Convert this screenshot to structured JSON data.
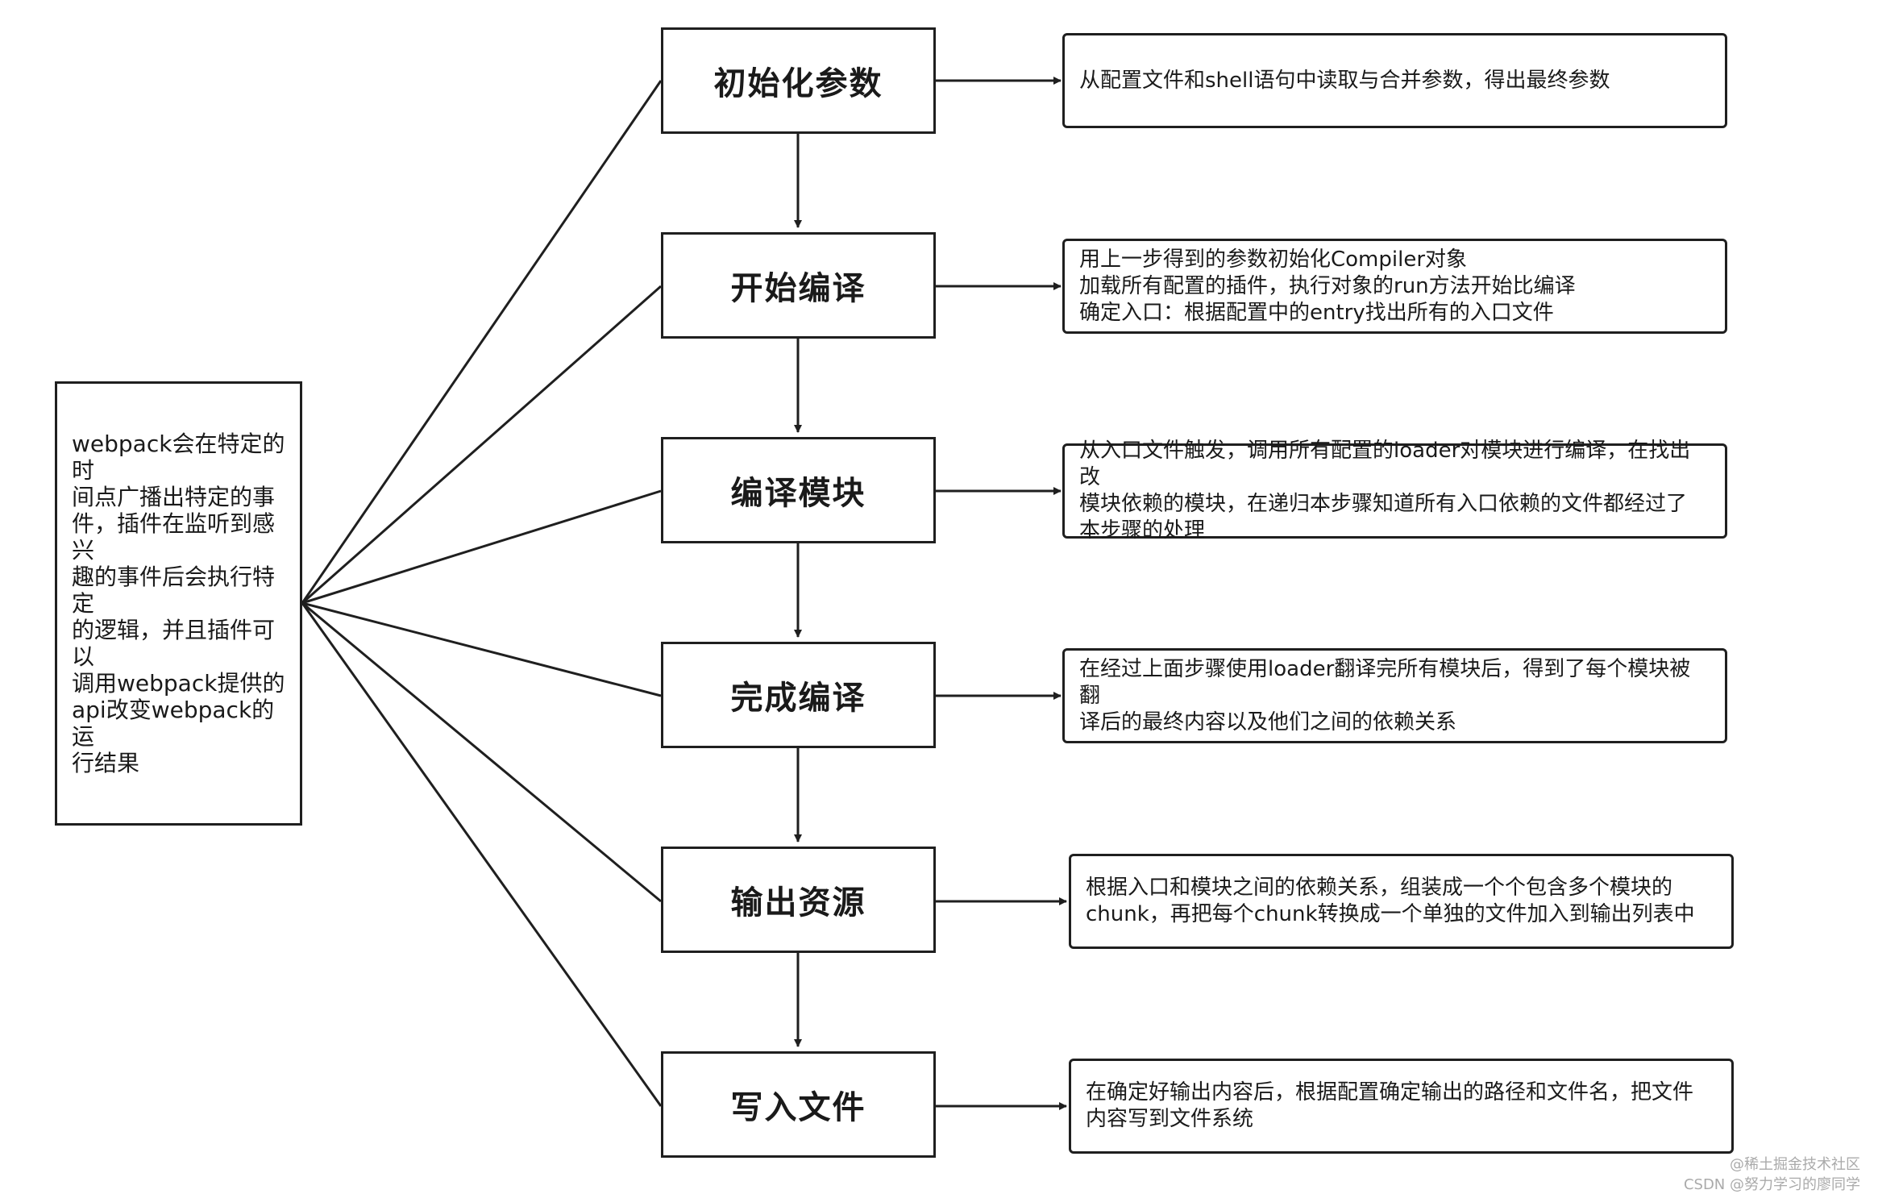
{
  "diagram": {
    "side_note": "webpack会在特定的时\n间点广播出特定的事\n件，插件在监听到感兴\n趣的事件后会执行特定\n的逻辑，并且插件可以\n调用webpack提供的\napi改变webpack的运\n行结果",
    "steps": [
      {
        "label": "初始化参数",
        "desc": "从配置文件和shell语句中读取与合并参数，得出最终参数"
      },
      {
        "label": "开始编译",
        "desc": "用上一步得到的参数初始化Compiler对象\n加载所有配置的插件，执行对象的run方法开始比编译\n确定入口：根据配置中的entry找出所有的入口文件"
      },
      {
        "label": "编译模块",
        "desc": "从入口文件触发，调用所有配置的loader对模块进行编译，在找出改\n模块依赖的模块，在递归本步骤知道所有入口依赖的文件都经过了\n本步骤的处理"
      },
      {
        "label": "完成编译",
        "desc": "在经过上面步骤使用loader翻译完所有模块后，得到了每个模块被翻\n译后的最终内容以及他们之间的依赖关系"
      },
      {
        "label": "输出资源",
        "desc": "根据入口和模块之间的依赖关系，组装成一个个包含多个模块的\nchunk，再把每个chunk转换成一个单独的文件加入到输出列表中"
      },
      {
        "label": "写入文件",
        "desc": "在确定好输出内容后，根据配置确定输出的路径和文件名，把文件\n内容写到文件系统"
      }
    ]
  },
  "watermarks": {
    "juejin": "@稀土掘金技术社区",
    "csdn": "CSDN @努力学习的廖同学"
  }
}
